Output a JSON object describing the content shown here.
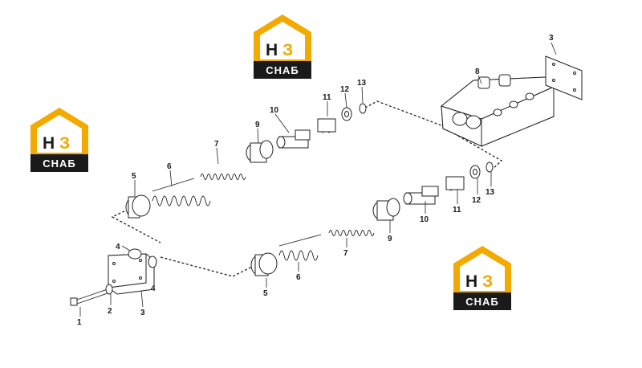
{
  "watermark": {
    "brand_letters": [
      "Н",
      "З"
    ],
    "text": "СНАБ",
    "accent_color": "#f2a900",
    "dark_color": "#1a1a1a"
  },
  "callouts": {
    "c1": "1",
    "c2": "2",
    "c3a": "3",
    "c3b": "3",
    "c4a": "4",
    "c4b": "4",
    "c5a": "5",
    "c5b": "5",
    "c6a": "6",
    "c6b": "6",
    "c7a": "7",
    "c7b": "7",
    "c8": "8",
    "c9a": "9",
    "c9b": "9",
    "c10a": "10",
    "c10b": "10",
    "c11a": "11",
    "c11b": "11",
    "c12a": "12",
    "c12b": "12",
    "c13a": "13",
    "c13b": "13"
  }
}
